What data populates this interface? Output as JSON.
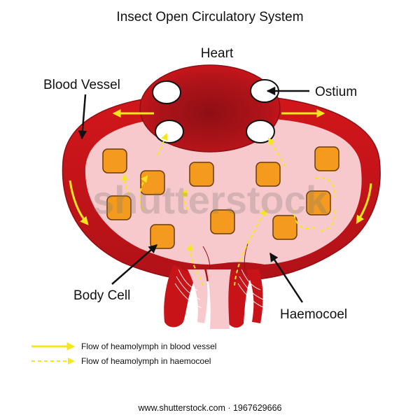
{
  "title": "Insect Open Circulatory System",
  "labels": {
    "heart": "Heart",
    "blood_vessel": "Blood Vessel",
    "ostium": "Ostium",
    "body_cell": "Body Cell",
    "haemocoel": "Haemocoel"
  },
  "legend": [
    {
      "style": "solid",
      "text": "Flow of heamolymph in blood vessel"
    },
    {
      "style": "dashed",
      "text": "Flow of heamolymph in haemocoel"
    }
  ],
  "watermark": "shutterstock",
  "footer": "www.shutterstock.com · 1967629666",
  "colors": {
    "vessel": "#d2161b",
    "vessel_dark": "#8e0f14",
    "haemocoel": "#f8c9cc",
    "cell_fill": "#f39a1f",
    "cell_stroke": "#6b3a05",
    "flow_arrow": "#f5e61e"
  }
}
